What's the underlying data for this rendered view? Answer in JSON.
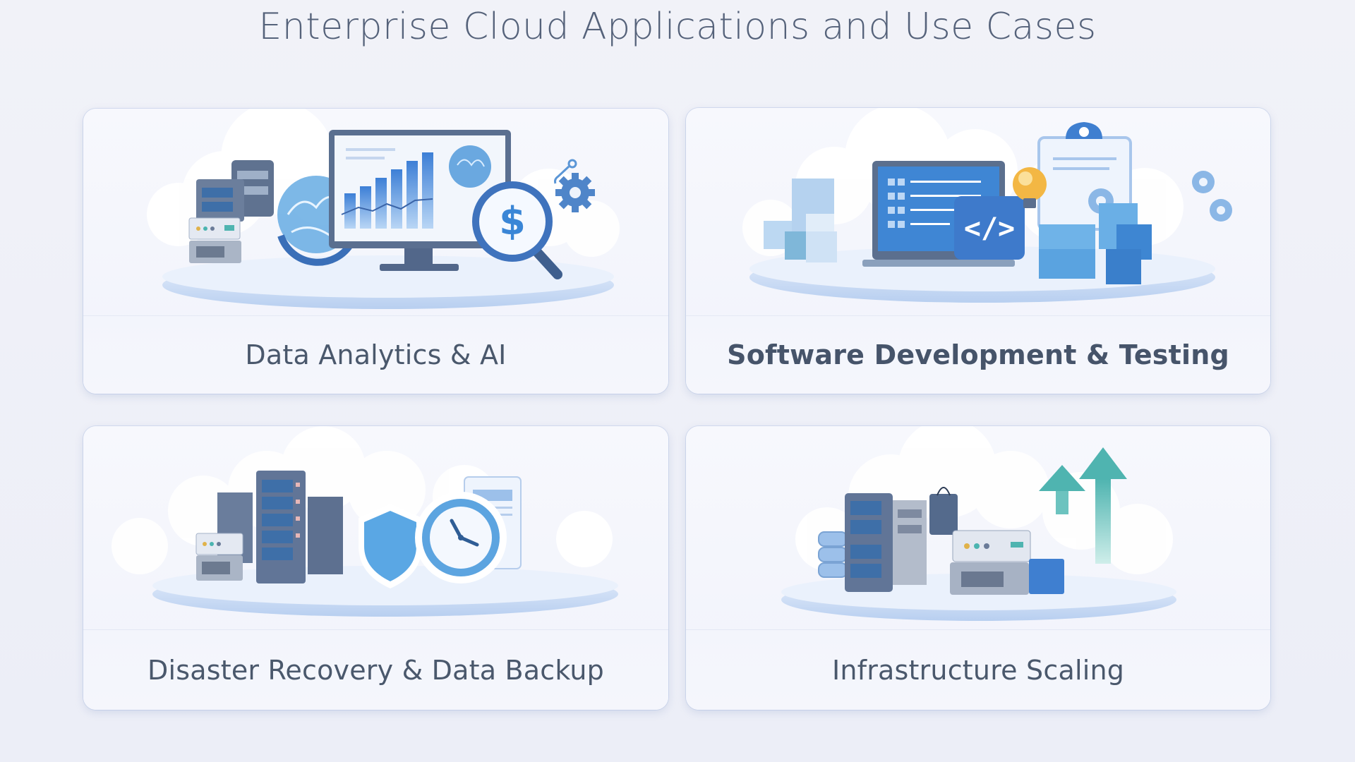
{
  "page": {
    "title": "Enterprise Cloud Applications and Use Cases",
    "background_color": "#eef0f8",
    "text_color": "#4f5d70"
  },
  "cards": [
    {
      "id": "data-analytics-ai",
      "label": "Data Analytics & AI",
      "emphasized": false,
      "illustration": [
        "cloud",
        "server-rack",
        "brain-globe",
        "monitor-bar-chart",
        "trend-line",
        "brain",
        "magnifier-dollar",
        "gear",
        "network-nodes",
        "platform"
      ]
    },
    {
      "id": "software-dev-testing",
      "label": "Software Development & Testing",
      "emphasized": true,
      "illustration": [
        "cloud",
        "laptop-list",
        "code-badge",
        "lightbulb",
        "clipboard",
        "gears",
        "cubes",
        "platform"
      ]
    },
    {
      "id": "disaster-recovery-backup",
      "label": "Disaster Recovery & Data Backup",
      "emphasized": false,
      "illustration": [
        "cloud",
        "server-tower",
        "server-units",
        "shield",
        "clock",
        "document",
        "platform"
      ]
    },
    {
      "id": "infrastructure-scaling",
      "label": "Infrastructure Scaling",
      "emphasized": false,
      "illustration": [
        "cloud",
        "database-stack",
        "server-tower",
        "bag",
        "server-units",
        "up-arrows",
        "platform"
      ]
    }
  ],
  "colors": {
    "accent_blue": "#3f7fd0",
    "dark_slate": "#4f6484",
    "light_blue": "#9cc4ee",
    "teal_arrow": "#4fb4b0",
    "bulb_yellow": "#f2b845"
  }
}
